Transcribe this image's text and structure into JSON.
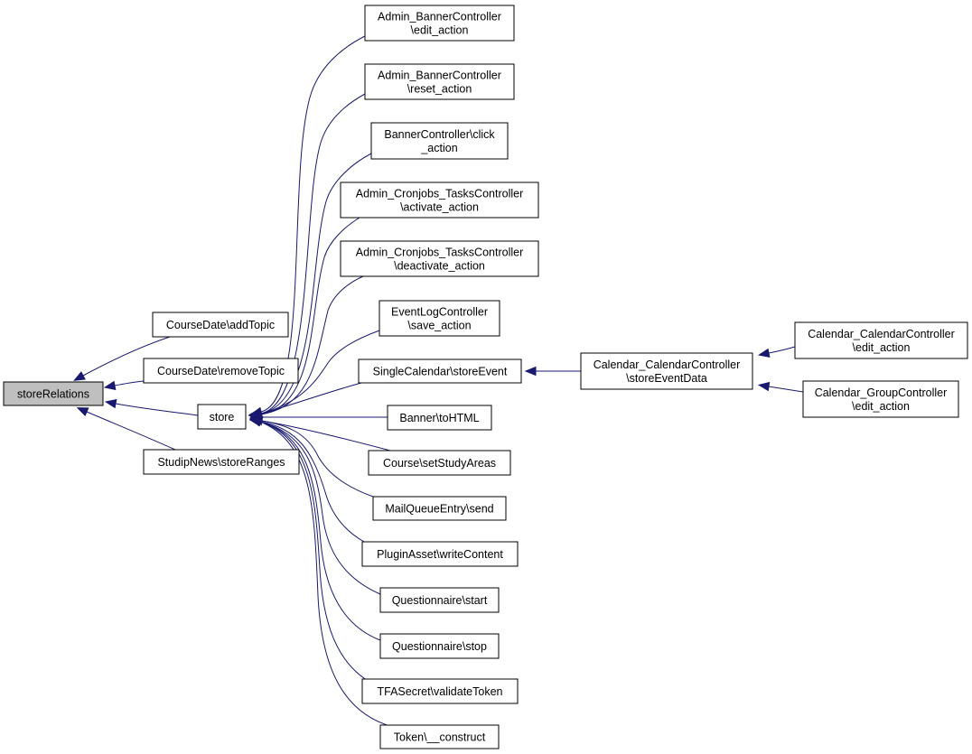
{
  "graph": {
    "colors": {
      "edge": "#191970",
      "root_fill": "#bfbfbf",
      "node_fill": "#ffffff",
      "border": "#000000"
    },
    "nodes": [
      {
        "id": "storeRelations",
        "lines": [
          "storeRelations"
        ],
        "root": true
      },
      {
        "id": "addTopic",
        "lines": [
          "CourseDate\\addTopic"
        ]
      },
      {
        "id": "removeTopic",
        "lines": [
          "CourseDate\\removeTopic"
        ]
      },
      {
        "id": "store",
        "lines": [
          "store"
        ]
      },
      {
        "id": "storeRanges",
        "lines": [
          "StudipNews\\storeRanges"
        ]
      },
      {
        "id": "banner_edit",
        "lines": [
          "Admin_BannerController",
          "\\edit_action"
        ]
      },
      {
        "id": "banner_reset",
        "lines": [
          "Admin_BannerController",
          "\\reset_action"
        ]
      },
      {
        "id": "banner_click",
        "lines": [
          "BannerController\\click",
          "_action"
        ]
      },
      {
        "id": "cron_activate",
        "lines": [
          "Admin_Cronjobs_TasksController",
          "\\activate_action"
        ]
      },
      {
        "id": "cron_deactivate",
        "lines": [
          "Admin_Cronjobs_TasksController",
          "\\deactivate_action"
        ]
      },
      {
        "id": "eventlog_save",
        "lines": [
          "EventLogController",
          "\\save_action"
        ]
      },
      {
        "id": "singlecal_store",
        "lines": [
          "SingleCalendar\\storeEvent"
        ]
      },
      {
        "id": "banner_tohtml",
        "lines": [
          "Banner\\toHTML"
        ]
      },
      {
        "id": "course_study",
        "lines": [
          "Course\\setStudyAreas"
        ]
      },
      {
        "id": "mailqueue_send",
        "lines": [
          "MailQueueEntry\\send"
        ]
      },
      {
        "id": "pluginasset_write",
        "lines": [
          "PluginAsset\\writeContent"
        ]
      },
      {
        "id": "quest_start",
        "lines": [
          "Questionnaire\\start"
        ]
      },
      {
        "id": "quest_stop",
        "lines": [
          "Questionnaire\\stop"
        ]
      },
      {
        "id": "tfa_validate",
        "lines": [
          "TFASecret\\validateToken"
        ]
      },
      {
        "id": "token_construct",
        "lines": [
          "Token\\__construct"
        ]
      },
      {
        "id": "calctrl_storeevent",
        "lines": [
          "Calendar_CalendarController",
          "\\storeEventData"
        ]
      },
      {
        "id": "calctrl_edit",
        "lines": [
          "Calendar_CalendarController",
          "\\edit_action"
        ]
      },
      {
        "id": "groupctrl_edit",
        "lines": [
          "Calendar_GroupController",
          "\\edit_action"
        ]
      }
    ],
    "edges": [
      {
        "from": "addTopic",
        "to": "storeRelations"
      },
      {
        "from": "removeTopic",
        "to": "storeRelations"
      },
      {
        "from": "store",
        "to": "storeRelations"
      },
      {
        "from": "storeRanges",
        "to": "storeRelations"
      },
      {
        "from": "banner_edit",
        "to": "store"
      },
      {
        "from": "banner_reset",
        "to": "store"
      },
      {
        "from": "banner_click",
        "to": "store"
      },
      {
        "from": "cron_activate",
        "to": "store"
      },
      {
        "from": "cron_deactivate",
        "to": "store"
      },
      {
        "from": "eventlog_save",
        "to": "store"
      },
      {
        "from": "singlecal_store",
        "to": "store"
      },
      {
        "from": "banner_tohtml",
        "to": "store"
      },
      {
        "from": "course_study",
        "to": "store"
      },
      {
        "from": "mailqueue_send",
        "to": "store"
      },
      {
        "from": "pluginasset_write",
        "to": "store"
      },
      {
        "from": "quest_start",
        "to": "store"
      },
      {
        "from": "quest_stop",
        "to": "store"
      },
      {
        "from": "tfa_validate",
        "to": "store"
      },
      {
        "from": "token_construct",
        "to": "store"
      },
      {
        "from": "calctrl_storeevent",
        "to": "singlecal_store"
      },
      {
        "from": "calctrl_edit",
        "to": "calctrl_storeevent"
      },
      {
        "from": "groupctrl_edit",
        "to": "calctrl_storeevent"
      }
    ]
  }
}
